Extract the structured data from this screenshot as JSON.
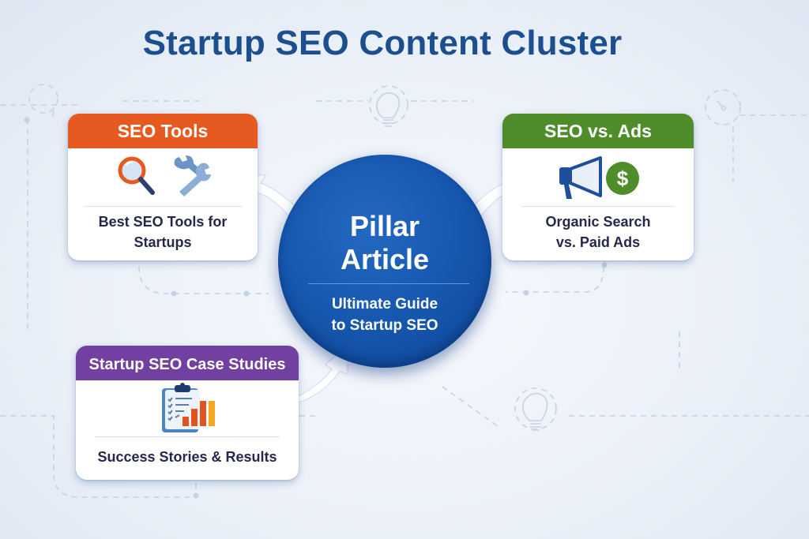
{
  "title": "Startup SEO Content Cluster",
  "pillar": {
    "heading_line1": "Pillar",
    "heading_line2": "Article",
    "subtitle_line1": "Ultimate Guide",
    "subtitle_line2": "to Startup SEO",
    "color": "#1556ad"
  },
  "clusters": [
    {
      "header": "SEO Tools",
      "icons": [
        "magnifying-glass-icon",
        "wrench-icon"
      ],
      "description_line1": "Best SEO Tools for",
      "description_line2": "Startups",
      "color": "#e65a22"
    },
    {
      "header": "SEO vs. Ads",
      "icons": [
        "megaphone-icon",
        "dollar-coin-icon"
      ],
      "description_line1": "Organic Search",
      "description_line2": "vs. Paid Ads",
      "color": "#4f8d2b"
    },
    {
      "header": "Startup SEO Case Studies",
      "icons": [
        "clipboard-chart-icon"
      ],
      "description_line1": "Success Stories & Results",
      "color": "#7240a0"
    }
  ],
  "decorations": [
    "magnifier-outline-icon",
    "lightbulb-icon",
    "gear-icon",
    "lightbulb-icon"
  ]
}
